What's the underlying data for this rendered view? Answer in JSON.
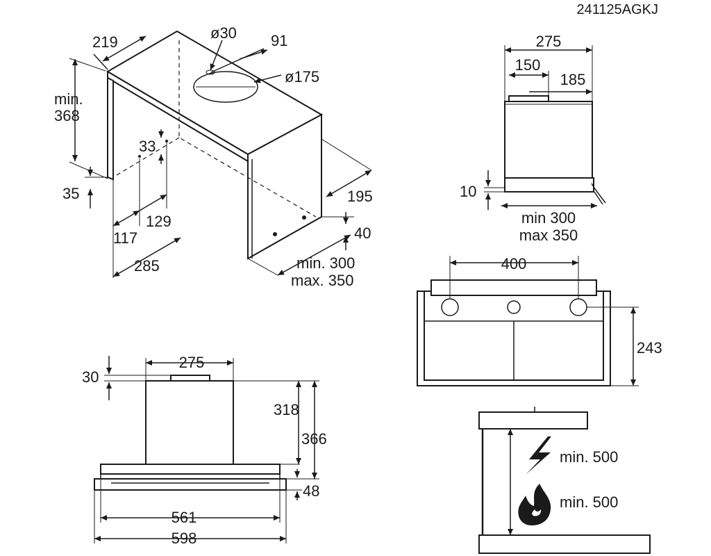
{
  "model_code": "241125AGKJ",
  "iso_view": {
    "depth": "219",
    "outlet_small": "ø30",
    "outlet_offset": "91",
    "outlet_large": "ø175",
    "min_height_1": "min.",
    "min_height_2": "368",
    "side_33": "33",
    "bottom_35": "35",
    "side_195": "195",
    "side_129": "129",
    "side_117": "117",
    "side_40": "40",
    "side_285": "285",
    "width_min": "min. 300",
    "width_max": "max. 350"
  },
  "side_view": {
    "top_width": "275",
    "left_part": "150",
    "right_part": "185",
    "bottom_height": "10",
    "width_min": "min 300",
    "width_max": "max 350"
  },
  "underside_view": {
    "spacing": "400",
    "height": "243"
  },
  "front_view": {
    "top_width": "275",
    "collar_height": "30",
    "height_318": "318",
    "height_366": "366",
    "lower_height": "48",
    "inner_width": "561",
    "total_width": "598"
  },
  "clearance_view": {
    "electric_min": "min. 500",
    "gas_min": "min. 500"
  }
}
